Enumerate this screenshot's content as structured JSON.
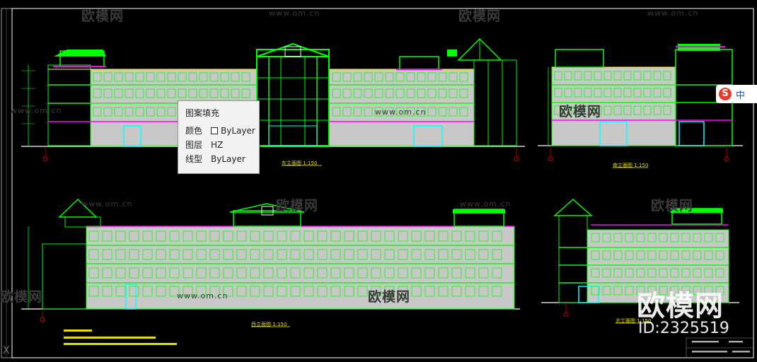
{
  "watermarks": {
    "brand_cn": "欧模网",
    "url": "www.om.cn",
    "big_brand": "欧模网",
    "big_id": "ID:2325519"
  },
  "drawing_titles": {
    "east": "东立面图 1:150",
    "south": "南立面图 1:150",
    "west": "西立面图 1:150",
    "north": "北立面图 1:150"
  },
  "tooltip": {
    "title": "图案填充",
    "color_key": "颜色",
    "color_val": "ByLayer",
    "layer_key": "图层",
    "layer_val": "HZ",
    "linetype_key": "线型",
    "linetype_val": "ByLayer"
  },
  "ime": {
    "logo": "S",
    "mode": "中"
  },
  "corner_icon": "X",
  "colors": {
    "green": "#00ff00",
    "yellow": "#ffff00",
    "magenta": "#ff00ff",
    "cyan": "#00ffff",
    "red": "#ff0000",
    "gray": "#c8c8c8",
    "white": "#ffffff"
  }
}
